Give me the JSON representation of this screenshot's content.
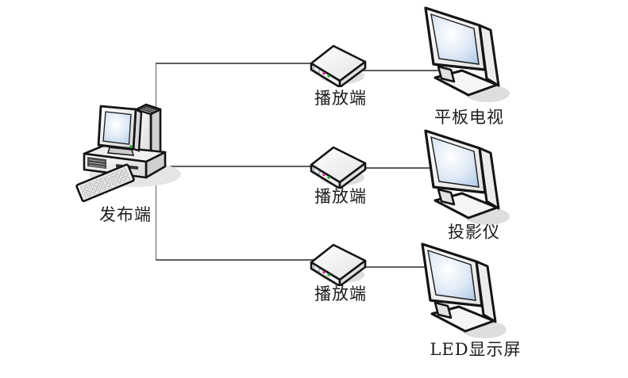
{
  "diagram": {
    "publisher": {
      "label": "发布端",
      "device": "desktop-computer"
    },
    "players": [
      {
        "label": "播放端",
        "device": "set-top-box"
      },
      {
        "label": "播放端",
        "device": "set-top-box"
      },
      {
        "label": "播放端",
        "device": "set-top-box"
      }
    ],
    "displays": [
      {
        "label": "平板电视",
        "device": "flat-panel-monitor"
      },
      {
        "label": "投影仪",
        "device": "flat-panel-monitor"
      },
      {
        "label": "LED显示屏",
        "device": "flat-panel-monitor"
      }
    ],
    "connections": [
      {
        "from": "publisher",
        "to": "player-1"
      },
      {
        "from": "publisher",
        "to": "player-2"
      },
      {
        "from": "publisher",
        "to": "player-3"
      },
      {
        "from": "player-1",
        "to": "display-1"
      },
      {
        "from": "player-2",
        "to": "display-2"
      },
      {
        "from": "player-3",
        "to": "display-3"
      }
    ],
    "colors": {
      "background": "#ffffff",
      "connector_line": "#5e5e5e",
      "outline": "#141414",
      "device_fill_light": "#ffffff",
      "device_fill_dark": "#dcdcdc",
      "screen_blue": "#b3cbe8",
      "shadow": "#e0e0e0",
      "text": "#1c1c1c",
      "led_green": "#2ecc40",
      "port_magenta": "#cc2d8e"
    }
  }
}
